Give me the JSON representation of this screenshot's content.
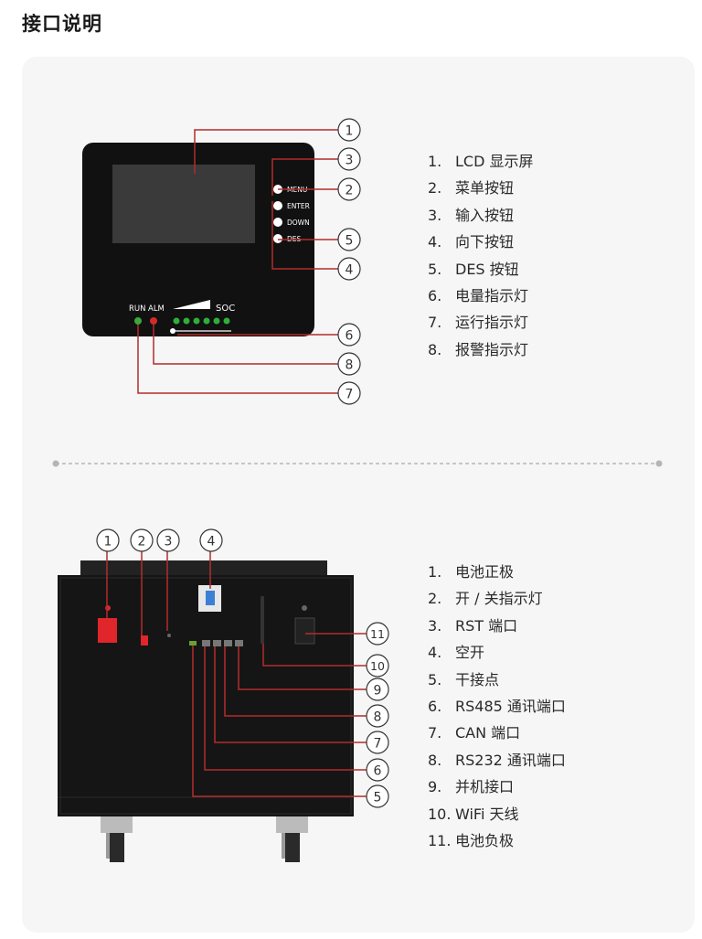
{
  "page": {
    "title": "接口说明"
  },
  "front_panel": {
    "buttons": [
      "MENU",
      "ENTER",
      "DOWN",
      "DES"
    ],
    "indicator_labels": {
      "run": "RUN",
      "alm": "ALM",
      "soc": "SOC"
    },
    "soc_led_count": 6,
    "callouts": [
      "1",
      "2",
      "3",
      "4",
      "5",
      "6",
      "7",
      "8"
    ],
    "legend": [
      {
        "num": "1.",
        "text": "LCD 显示屏"
      },
      {
        "num": "2.",
        "text": "菜单按钮"
      },
      {
        "num": "3.",
        "text": "输入按钮"
      },
      {
        "num": "4.",
        "text": "向下按钮"
      },
      {
        "num": "5.",
        "text": "DES 按钮"
      },
      {
        "num": "6.",
        "text": "电量指示灯"
      },
      {
        "num": "7.",
        "text": "运行指示灯"
      },
      {
        "num": "8.",
        "text": "报警指示灯"
      }
    ]
  },
  "rear_panel": {
    "callouts": [
      "1",
      "2",
      "3",
      "4",
      "5",
      "6",
      "7",
      "8",
      "9",
      "10",
      "11"
    ],
    "legend": [
      {
        "num": "1.",
        "text": "电池正极"
      },
      {
        "num": "2.",
        "text": "开 / 关指示灯"
      },
      {
        "num": "3.",
        "text": "RST 端口"
      },
      {
        "num": "4.",
        "text": "空开"
      },
      {
        "num": "5.",
        "text": "干接点"
      },
      {
        "num": "6.",
        "text": "RS485 通讯端口"
      },
      {
        "num": "7.",
        "text": "CAN 端口"
      },
      {
        "num": "8.",
        "text": "RS232 通讯端口"
      },
      {
        "num": "9.",
        "text": "并机接口"
      },
      {
        "num": "10.",
        "text": "WiFi 天线"
      },
      {
        "num": "11.",
        "text": "电池负极"
      }
    ]
  },
  "colors": {
    "callout_line": "#b32c2c",
    "device_body": "#111111",
    "lcd_screen": "#3a3a3a",
    "run_led": "#3aa83a",
    "alm_led": "#d42a2a",
    "soc_led": "#2fae3a",
    "positive_terminal": "#e0262b",
    "breaker": "#3b7fd6"
  }
}
